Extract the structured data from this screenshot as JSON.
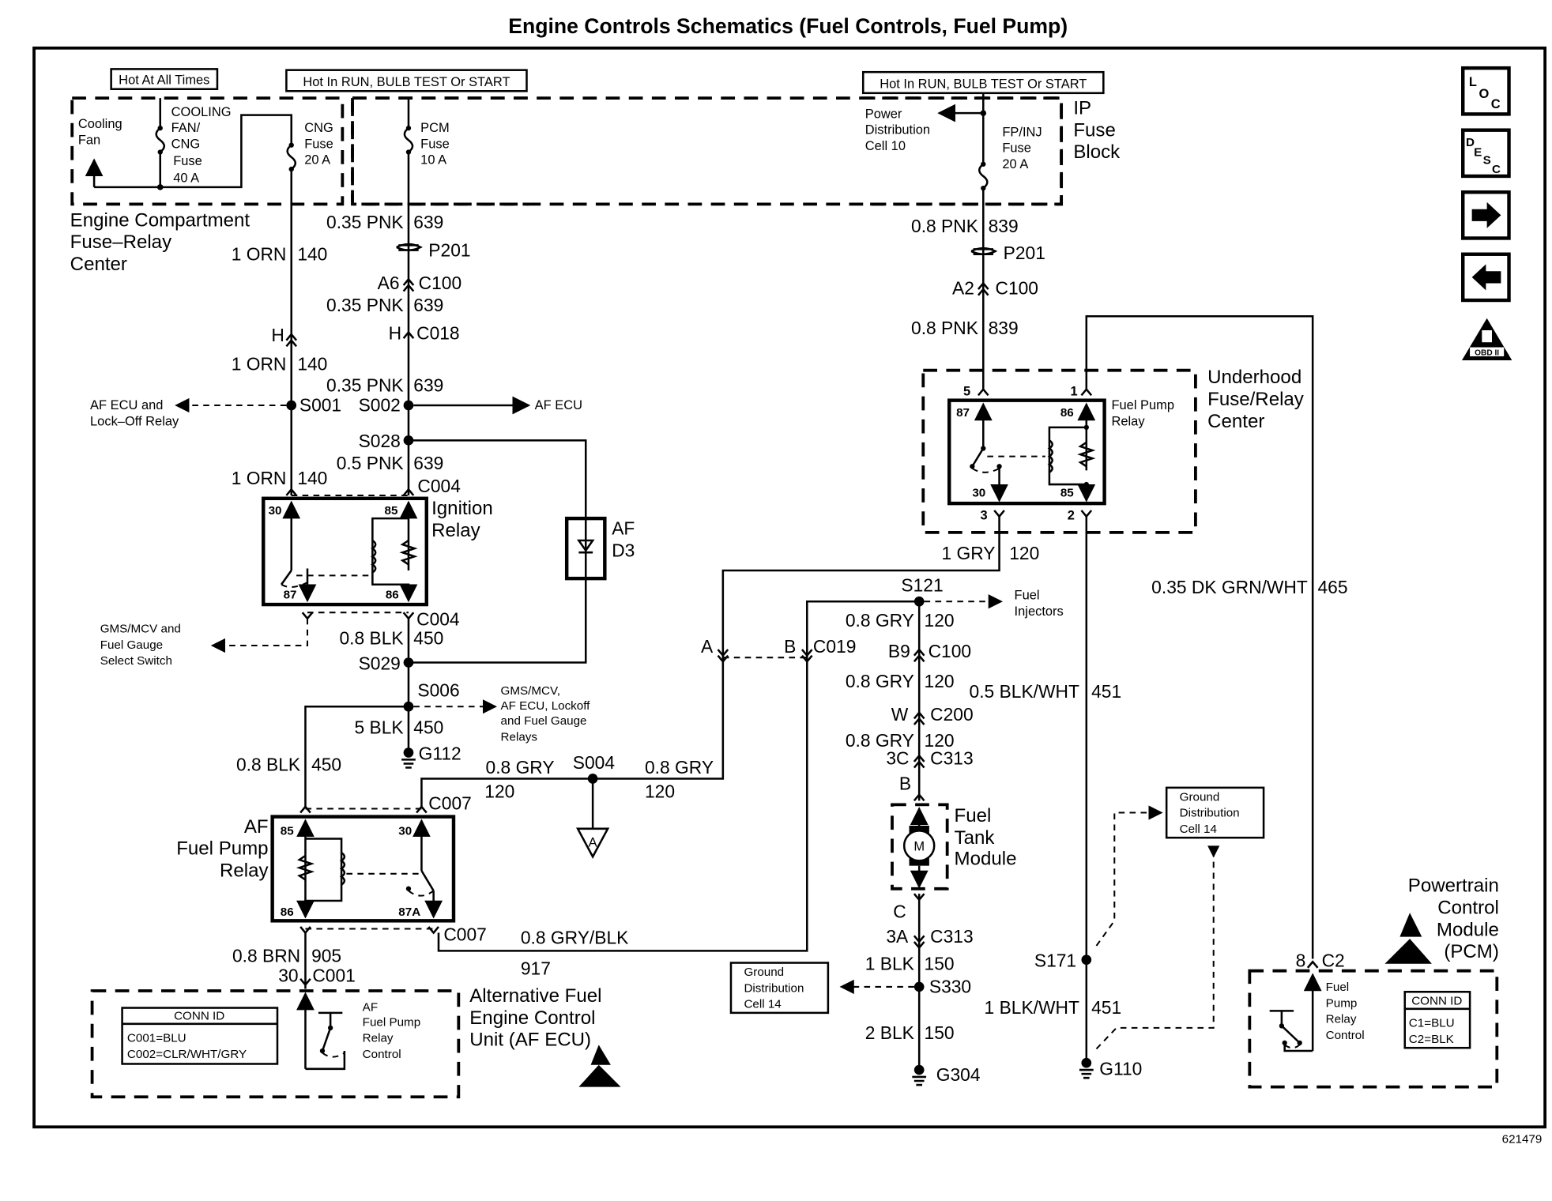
{
  "title": "Engine Controls Schematics (Fuel Controls, Fuel Pump)",
  "figure_id": "621479",
  "power_labels": {
    "hot_all_times": "Hot At All Times",
    "hot_run_left": "Hot In RUN, BULB TEST Or START",
    "hot_run_right": "Hot In RUN, BULB TEST Or START"
  },
  "nav_icons": [
    {
      "name": "loc-icon",
      "label": "LOC"
    },
    {
      "name": "desc-icon",
      "label": "DESC"
    },
    {
      "name": "next-arrow-icon",
      "label": "→"
    },
    {
      "name": "prev-arrow-icon",
      "label": "←"
    },
    {
      "name": "obd-ii-icon",
      "label": "OBD II"
    }
  ],
  "fuses": {
    "cooling_fan_text": [
      "Cooling",
      "Fan"
    ],
    "cooling_cng_fuse": [
      "COOLING",
      "FAN/",
      "CNG",
      "Fuse",
      "40 A"
    ],
    "cng_fuse": [
      "CNG",
      "Fuse",
      "20 A"
    ],
    "pcm_fuse": [
      "PCM",
      "Fuse",
      "10 A"
    ],
    "fp_inj_fuse": [
      "FP/INJ",
      "Fuse",
      "20 A"
    ],
    "power_dist": [
      "Power",
      "Distribution",
      "Cell 10"
    ],
    "ip_fuse_block": [
      "IP",
      "Fuse",
      "Block"
    ],
    "engine_comp_center": [
      "Engine Compartment",
      "Fuse–Relay",
      "Center"
    ]
  },
  "wires": {
    "pnk_639_a": {
      "gauge_color": "0.35 PNK",
      "circuit": "639"
    },
    "pnk_639_b": {
      "gauge_color": "0.35 PNK",
      "circuit": "639"
    },
    "pnk_639_c": {
      "gauge_color": "0.35 PNK",
      "circuit": "639"
    },
    "pnk_639_d": {
      "gauge_color": "0.5 PNK",
      "circuit": "639"
    },
    "orn_140_a": {
      "gauge_color": "1 ORN",
      "circuit": "140"
    },
    "orn_140_b": {
      "gauge_color": "1 ORN",
      "circuit": "140"
    },
    "orn_140_c": {
      "gauge_color": "1 ORN",
      "circuit": "140"
    },
    "pnk_839_a": {
      "gauge_color": "0.8 PNK",
      "circuit": "839"
    },
    "pnk_839_b": {
      "gauge_color": "0.8 PNK",
      "circuit": "839"
    },
    "blk_450_a": {
      "gauge_color": "0.8 BLK",
      "circuit": "450"
    },
    "blk_450_b": {
      "gauge_color": "5 BLK",
      "circuit": "450"
    },
    "blk_450_c": {
      "gauge_color": "0.8 BLK",
      "circuit": "450"
    },
    "gry_120_a": {
      "gauge_color": "1 GRY",
      "circuit": "120"
    },
    "gry_120_b": {
      "gauge_color": "0.8 GRY",
      "circuit": "120"
    },
    "gry_120_c": {
      "gauge_color": "0.8 GRY",
      "circuit": "120"
    },
    "gry_120_d": {
      "gauge_color": "0.8 GRY",
      "circuit": "120"
    },
    "gry_120_e": {
      "gauge_color": "0.8 GRY",
      "circuit": "120"
    },
    "gry_120_f": {
      "gauge_color": "0.8 GRY",
      "circuit": "120"
    },
    "dkgrn_465": {
      "gauge_color": "0.35 DK GRN/WHT",
      "circuit": "465"
    },
    "blkwht_451_a": {
      "gauge_color": "0.5 BLK/WHT",
      "circuit": "451"
    },
    "blkwht_451_b": {
      "gauge_color": "1 BLK/WHT",
      "circuit": "451"
    },
    "gryblk_917": {
      "gauge_color": "0.8 GRY/BLK",
      "circuit": "917"
    },
    "brn_905": {
      "gauge_color": "0.8 BRN",
      "circuit": "905"
    },
    "blk_150_a": {
      "gauge_color": "1 BLK",
      "circuit": "150"
    },
    "blk_150_b": {
      "gauge_color": "2 BLK",
      "circuit": "150"
    }
  },
  "connectors": {
    "p201_left": "P201",
    "p201_right": "P201",
    "c100_a6": {
      "pin": "A6",
      "id": "C100"
    },
    "c100_a2": {
      "pin": "A2",
      "id": "C100"
    },
    "c100_b9": {
      "pin": "B9",
      "id": "C100"
    },
    "c018_left": {
      "pin": "H"
    },
    "c018_right": {
      "pin": "H",
      "id": "C018"
    },
    "c004_top": "C004",
    "c004_bot": "C004",
    "c007_top": "C007",
    "c007_bot": "C007",
    "c019": {
      "pin_a": "A",
      "pin_b": "B",
      "id": "C019"
    },
    "c200": {
      "pin": "W",
      "id": "C200"
    },
    "c313_top": {
      "pin": "3C",
      "id": "C313"
    },
    "c313_bot": {
      "pin": "3A",
      "id": "C313"
    },
    "module_b": "B",
    "module_c": "C",
    "c001": {
      "pin": "30",
      "id": "C001"
    },
    "c2": {
      "pin": "8",
      "id": "C2"
    },
    "relay_pins": {
      "p5": "5",
      "p1": "1",
      "p3": "3",
      "p2": "2"
    }
  },
  "splices": {
    "s001": "S001",
    "s002": "S002",
    "s028": "S028",
    "s029": "S029",
    "s006": "S006",
    "s004": "S004",
    "s121": "S121",
    "s330": "S330",
    "s171": "S171"
  },
  "grounds": {
    "g112": "G112",
    "g304": "G304",
    "g110": "G110"
  },
  "offpage": {
    "af_ecu_lockoff": [
      "AF ECU and",
      "Lock–Off Relay"
    ],
    "af_ecu": "AF ECU",
    "gms_gauge": [
      "GMS/MCV and",
      "Fuel Gauge",
      "Select Switch"
    ],
    "gms_relays": [
      "GMS/MCV,",
      "AF ECU, Lockoff",
      "and Fuel Gauge",
      "Relays"
    ],
    "fuel_injectors": [
      "Fuel",
      "Injectors"
    ],
    "ground_dist_a": [
      "Ground",
      "Distribution",
      "Cell 14"
    ],
    "ground_dist_b": [
      "Ground",
      "Distribution",
      "Cell 14"
    ],
    "ref_a": "A"
  },
  "components": {
    "ignition_relay": {
      "name": [
        "Ignition",
        "Relay"
      ],
      "pins": [
        "30",
        "85",
        "87",
        "86"
      ]
    },
    "af_d3": [
      "AF",
      "D3"
    ],
    "fuel_pump_relay": {
      "name": [
        "Fuel Pump",
        "Relay"
      ],
      "pins": [
        "87",
        "86",
        "30",
        "85"
      ]
    },
    "underhood_center": [
      "Underhood",
      "Fuse/Relay",
      "Center"
    ],
    "af_fuel_pump_relay": {
      "name": [
        "AF",
        "Fuel Pump",
        "Relay"
      ],
      "pins": [
        "85",
        "30",
        "86",
        "87A"
      ]
    },
    "fuel_tank_module": {
      "name": [
        "Fuel",
        "Tank",
        "Module"
      ],
      "motor": "M"
    },
    "af_ecu": {
      "name": [
        "Alternative Fuel",
        "Engine Control",
        "Unit (AF ECU)"
      ],
      "inner": [
        "AF",
        "Fuel Pump",
        "Relay",
        "Control"
      ]
    },
    "pcm": {
      "name": [
        "Powertrain",
        "Control",
        "Module",
        "(PCM)"
      ],
      "inner": [
        "Fuel",
        "Pump",
        "Relay",
        "Control"
      ]
    }
  },
  "conn_id_tables": {
    "af_ecu": {
      "header": "CONN ID",
      "rows": [
        "C001=BLU",
        "C002=CLR/WHT/GRY"
      ]
    },
    "pcm": {
      "header": "CONN ID",
      "rows": [
        "C1=BLU",
        "C2=BLK"
      ]
    }
  }
}
